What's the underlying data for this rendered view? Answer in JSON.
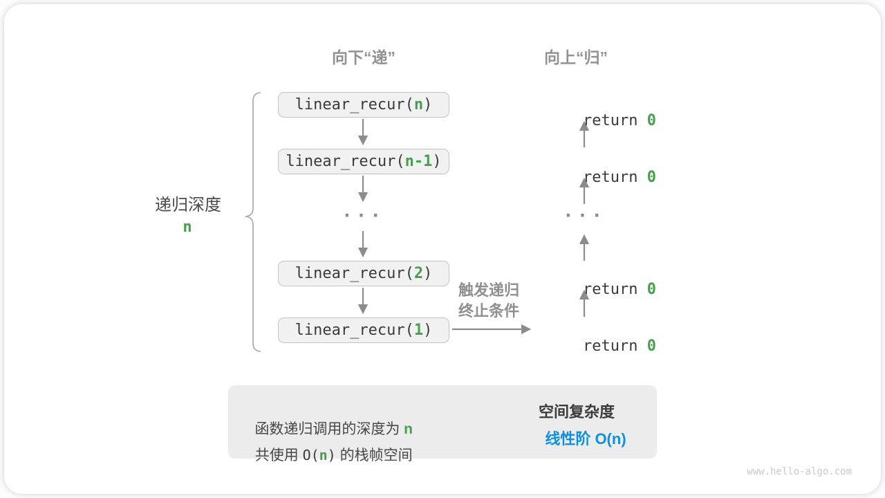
{
  "headers": {
    "down": "向下“递”",
    "up": "向上“归”"
  },
  "depth": {
    "label": "递归深度",
    "value": "n"
  },
  "stack": {
    "calls": [
      {
        "pre": "linear_recur(",
        "param": "n",
        "post": ")"
      },
      {
        "pre": "linear_recur(",
        "param": "n-1",
        "post": ")"
      },
      {
        "pre": "linear_recur(",
        "param": "2",
        "post": ")"
      },
      {
        "pre": "linear_recur(",
        "param": "1",
        "post": ")"
      }
    ],
    "ellipsis": "···",
    "returns": [
      {
        "pre": "return ",
        "value": "0"
      },
      {
        "pre": "return ",
        "value": "0"
      },
      {
        "pre": "return ",
        "value": "0"
      },
      {
        "pre": "return ",
        "value": "0"
      }
    ]
  },
  "annotation": {
    "line1": "触发递归",
    "line2": "终止条件"
  },
  "summary": {
    "line1_pre": "函数递归调用的深度为 ",
    "line1_param": "n",
    "line2_pre": "共使用 ",
    "line2_code_open": "O(",
    "line2_param": "n",
    "line2_code_close": ")",
    "line2_post": " 的栈帧空间",
    "result_title": "空间复杂度",
    "result_value": "线性阶 O(n)"
  },
  "watermark": "www.hello-algo.com",
  "colors": {
    "green": "#479e4d",
    "blue": "#0e90e1",
    "arrow_gray": "#8c8c8c",
    "box_fill": "#f1f1f1",
    "summary_fill": "#ececec"
  }
}
